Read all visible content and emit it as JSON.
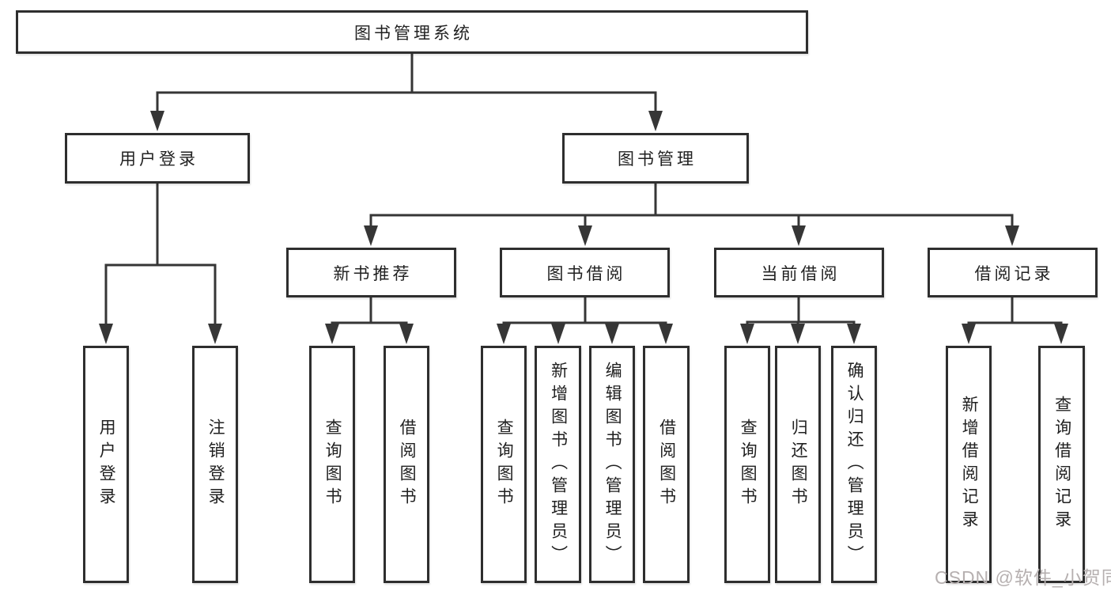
{
  "diagram": {
    "root": {
      "label": "图书管理系统"
    },
    "branches": [
      {
        "label": "用户登录",
        "children": [
          {
            "label": "用户登录"
          },
          {
            "label": "注销登录"
          }
        ]
      },
      {
        "label": "图书管理",
        "children": [
          {
            "label": "新书推荐",
            "children": [
              {
                "label": "查询图书"
              },
              {
                "label": "借阅图书"
              }
            ]
          },
          {
            "label": "图书借阅",
            "children": [
              {
                "label": "查询图书"
              },
              {
                "label": "新增图书（管理员）"
              },
              {
                "label": "编辑图书（管理员）"
              },
              {
                "label": "借阅图书"
              }
            ]
          },
          {
            "label": "当前借阅",
            "children": [
              {
                "label": "查询图书"
              },
              {
                "label": "归还图书"
              },
              {
                "label": "确认归还（管理员）"
              }
            ]
          },
          {
            "label": "借阅记录",
            "children": [
              {
                "label": "新增借阅记录"
              },
              {
                "label": "查询借阅记录"
              }
            ]
          }
        ]
      }
    ]
  },
  "watermark": {
    "text": "CSDN @软件_小贺同学"
  },
  "colors": {
    "line": "#363636",
    "box_border": "#2e2e2e",
    "box_background": "#ffffff",
    "text": "#212121",
    "watermark": "#b6b0b0",
    "background": "#ffffff"
  }
}
